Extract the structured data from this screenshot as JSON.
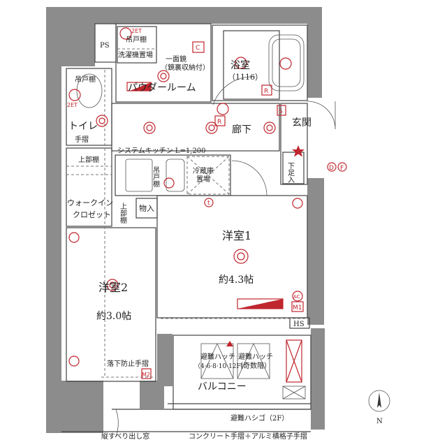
{
  "rooms": {
    "ps": "PS",
    "washer": "洗濯機置場",
    "hanging_shelf": "吊戸棚",
    "mirror": "一面鏡",
    "mirror_note": "（鏡裏収納付）",
    "powder_room": "パウダールーム",
    "bath": "浴室",
    "bath_size": "（1116）",
    "toilet": "トイレ",
    "handrail": "手摺",
    "hallway": "廊下",
    "entrance": "玄関",
    "shoe_box": "下足入",
    "kitchen": "システムキッチン L=1,200",
    "fridge": "冷蔵庫",
    "fridge2": "置場",
    "upper_shelf": "上部棚",
    "walkin": "ウォークイン",
    "walkin2": "クロゼット",
    "storage": "物入",
    "room1": "洋室1",
    "room1_size": "約4.3帖",
    "room2": "洋室2",
    "room2_size": "約3.0帖",
    "hs": "HS",
    "fall_rail": "落下防止手摺",
    "hatch1": "避難ハッチ",
    "hatch1_floors": "（4·6·8·10·12F）",
    "hatch2": "避難ハッチ",
    "hatch2_floors": "（奇数階）",
    "balcony": "バルコニー",
    "ladder": "避難ハシゴ（2F）",
    "window": "縦すべり出し窓",
    "balcony_rail": "コンクリート手摺＋アルミ横格子手摺"
  },
  "symbols": {
    "c": "C",
    "r": "R",
    "s": "S",
    "d": "D",
    "f": "F",
    "t": "t",
    "ac": "AC",
    "m1": "M1",
    "m2": "M2",
    "tel": "2ET",
    "tel2": "2ET",
    "outlet_count": "2",
    "north": "N"
  },
  "colors": {
    "accent": "#c0262d",
    "wall": "#8c8c8c"
  }
}
